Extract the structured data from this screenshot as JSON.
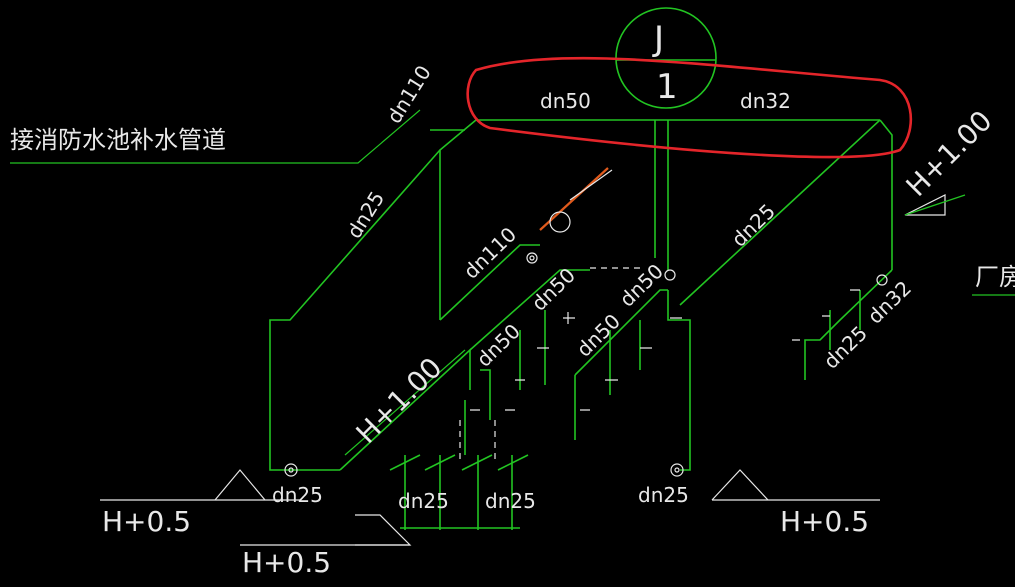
{
  "drawing": {
    "title_label": "接消防水池补水管道",
    "partial_label": "厂房",
    "tank_symbol": {
      "top": "J",
      "bottom": "1"
    },
    "pipe_labels": {
      "dn110_top": "dn110",
      "dn110_mid": "dn110",
      "dn50_header": "dn50",
      "dn32_header": "dn32",
      "dn25_left": "dn25",
      "dn25_right": "dn25",
      "dn50_a": "dn50",
      "dn50_b": "dn50",
      "dn50_c": "dn50",
      "dn50_d": "dn50",
      "dn32_right": "dn32",
      "dn25_right_branch": "dn25",
      "dn25_bottom_left": "dn25",
      "dn25_bottom_mid1": "dn25",
      "dn25_bottom_mid2": "dn25",
      "dn25_bottom_center": "dn25"
    },
    "elevations": {
      "h_right_top": "H+1.00",
      "h_mid": "H+1.00",
      "h_bottom_left": "H+0.5",
      "h_bottom_left2": "H+0.5",
      "h_bottom_right": "H+0.5"
    },
    "colors": {
      "pipe": "#22c422",
      "text": "#e8e8e8",
      "markup_ellipse": "#e4252a",
      "markup_strike": "#e05a1c"
    }
  }
}
